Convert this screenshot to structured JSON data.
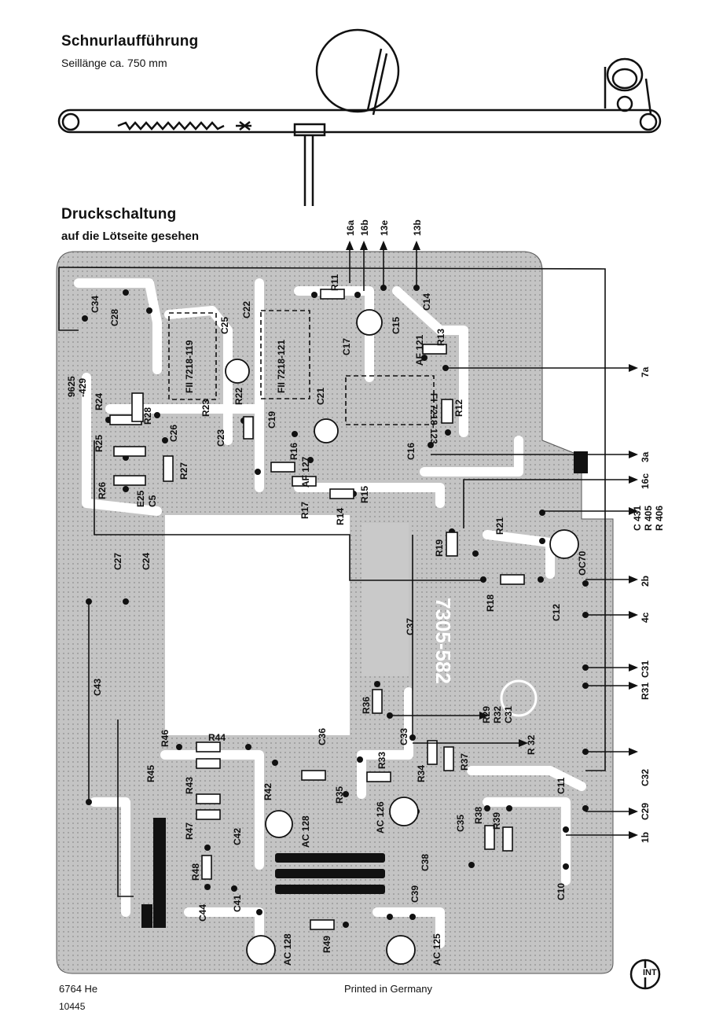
{
  "cord_section": {
    "title": "Schnurlaufführung",
    "subtitle": "Seillänge ca. 750 mm"
  },
  "board_section": {
    "title": "Druckschaltung",
    "subtitle": "auf die Lötseite gesehen",
    "part_number": "7305-582",
    "connector_ids": [
      "9625",
      "-429"
    ]
  },
  "top_terminals": [
    "16a",
    "16b",
    "13e",
    "13b"
  ],
  "right_terminals": [
    "7a",
    "3a",
    "16c",
    "C 431",
    "R 405",
    "R 406",
    "2b",
    "4c",
    "C31",
    "R31",
    "R29",
    "R32",
    "C31",
    "R 32",
    "C32",
    "C29",
    "1b"
  ],
  "component_labels": [
    "C34",
    "C28",
    "R24",
    "R28",
    "C26",
    "R25",
    "R27",
    "R26",
    "E25",
    "C5",
    "C27",
    "C24",
    "C43",
    "C25",
    "C22",
    "R23",
    "R22",
    "C19",
    "C23",
    "R16",
    "AF 127",
    "R17",
    "R14",
    "R15",
    "R11",
    "C17",
    "C21",
    "C15",
    "C14",
    "R13",
    "R12",
    "C16",
    "AF 121",
    "R19",
    "R21",
    "R18",
    "OC70",
    "C12",
    "C37",
    "R36",
    "C33",
    "C36",
    "R33",
    "R34",
    "R37",
    "R35",
    "AC 126",
    "C35",
    "R38",
    "R39",
    "C11",
    "C10",
    "R46",
    "R44",
    "R45",
    "R43",
    "R42",
    "R47",
    "AC 128",
    "C42",
    "R48",
    "C44",
    "C41",
    "C38",
    "C39",
    "R49",
    "AC 128",
    "AC 125"
  ],
  "module_labels": [
    "FII 7218-119",
    "FII 7218-121",
    "FI 7218-123"
  ],
  "footer": {
    "left_code": "6764 He",
    "left_number": "10445",
    "center": "Printed in Germany",
    "logo": "INT"
  },
  "colors": {
    "ink": "#111111",
    "paper": "#ffffff",
    "board": "#bdbdbd"
  }
}
